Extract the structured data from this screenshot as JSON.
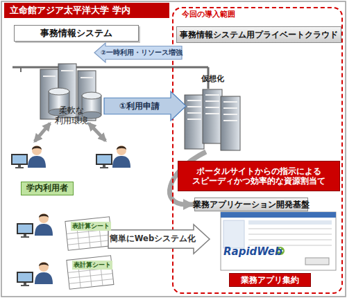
{
  "diagram": {
    "title": "立命館アジア太平洋大学 学内",
    "nodes": [
      {
        "text": [
          "事務情報システム"
        ]
      },
      {
        "text": [
          "今回の導入範囲"
        ]
      },
      {
        "text": [
          "事務情報システム用プライベートクラウド"
        ],
        "in": 1
      },
      {
        "text": [
          "②一時利用・リソース増強"
        ]
      },
      {
        "text": [
          "仮想化"
        ],
        "in": 1
      },
      {
        "text": [
          "①利用申請"
        ]
      },
      {
        "text": [
          "ポータルサイトからの指示による スピーディかつ効率的な資源割当て"
        ],
        "in": 1
      },
      {
        "text": [
          "学内利用者"
        ]
      },
      {
        "text": [
          "業務アプリケーション開発基盤"
        ],
        "in": 1
      },
      {
        "text": [
          "簡単にWebシステム化"
        ]
      },
      {
        "text": [
          "業務アプリ集約"
        ],
        "in": 1
      }
    ],
    "edges": [
      {
        "from": 4,
        "to": 8,
        "arrow": "to"
      }
    ],
    "labels": [
      "柔軟な 利用環境",
      "表計算シート",
      "表計算シート",
      "RapidWeb"
    ]
  }
}
